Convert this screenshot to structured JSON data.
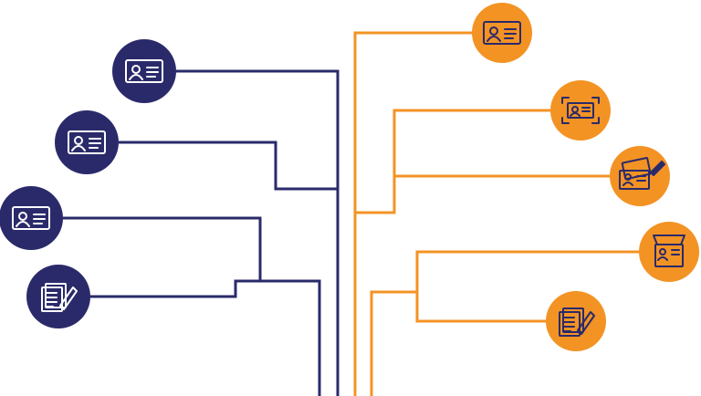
{
  "colors": {
    "left_branch": "#2a2a6b",
    "right_branch": "#f39324",
    "icon_stroke_on_dark": "#ffffff",
    "icon_stroke_on_orange": "#2a2a6b",
    "background": "#ffffff"
  },
  "left_nodes": [
    {
      "id": "ln1",
      "icon": "id-card-icon"
    },
    {
      "id": "ln2",
      "icon": "id-card-icon"
    },
    {
      "id": "ln3",
      "icon": "id-card-icon"
    },
    {
      "id": "ln4",
      "icon": "document-edit-icon"
    }
  ],
  "right_nodes": [
    {
      "id": "rn1",
      "icon": "id-card-icon"
    },
    {
      "id": "rn2",
      "icon": "id-card-scan-icon"
    },
    {
      "id": "rn3",
      "icon": "id-cards-pen-icon"
    },
    {
      "id": "rn4",
      "icon": "id-card-box-icon"
    },
    {
      "id": "rn5",
      "icon": "document-edit-icon"
    }
  ]
}
